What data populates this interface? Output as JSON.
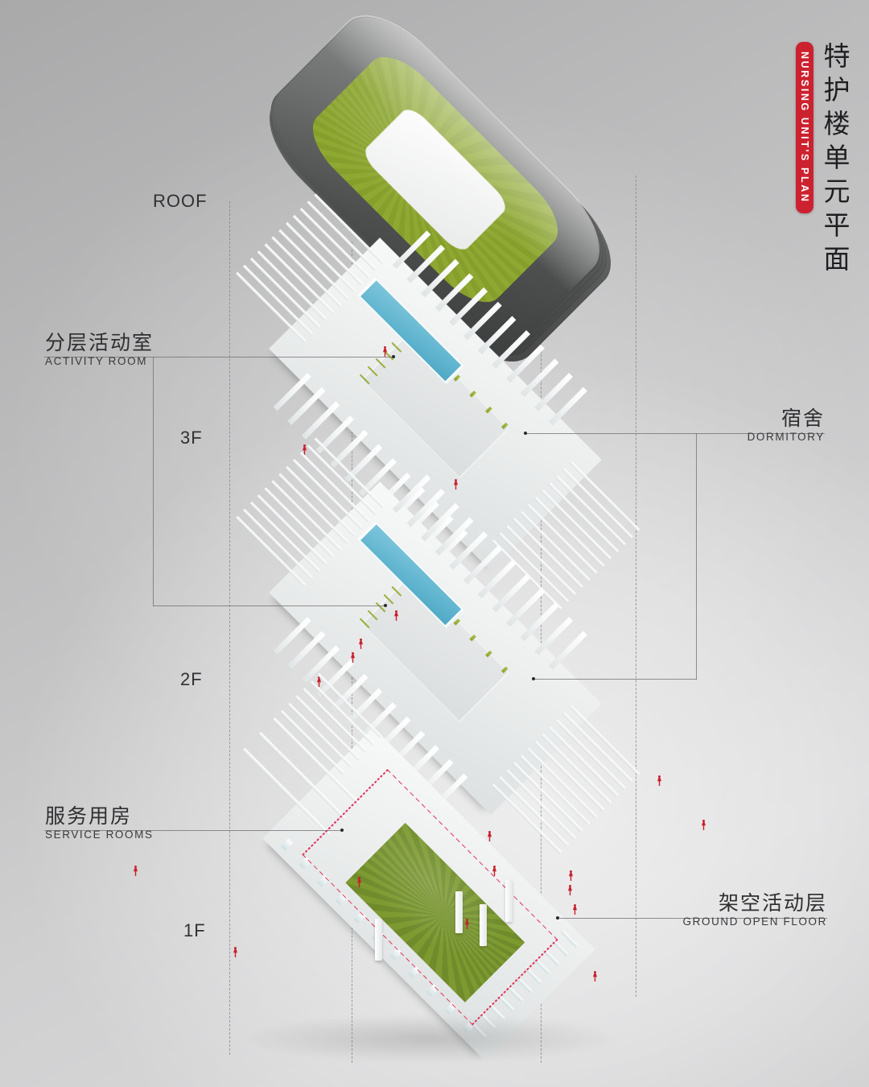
{
  "title": {
    "cn": "特护楼单元平面",
    "badge_en": "NURSING UNIT'S PLAN",
    "badge_color": "#cc2230"
  },
  "floors": [
    {
      "id": "roof",
      "tag": "ROOF"
    },
    {
      "id": "f3",
      "tag": "3F"
    },
    {
      "id": "f2",
      "tag": "2F"
    },
    {
      "id": "f1",
      "tag": "1F"
    }
  ],
  "annotations": [
    {
      "id": "activity-room",
      "cn": "分层活动室",
      "en": "ACTIVITY ROOM",
      "side": "left",
      "targets": [
        "3F pool volume",
        "2F pool volume"
      ]
    },
    {
      "id": "dormitory",
      "cn": "宿舍",
      "en": "DORMITORY",
      "side": "right",
      "targets": [
        "3F perimeter rooms",
        "2F perimeter rooms"
      ]
    },
    {
      "id": "service-rooms",
      "cn": "服务用房",
      "en": "SERVICE ROOMS",
      "side": "left",
      "targets": [
        "1F enclosed wing"
      ]
    },
    {
      "id": "ground-open-floor",
      "cn": "架空活动层",
      "en": "GROUND OPEN FLOOR",
      "side": "right",
      "targets": [
        "1F open lawn court"
      ]
    }
  ],
  "palette": {
    "background_light": "#d6d6d7",
    "background_dark": "#a9a9aa",
    "roof_dark": "#4d4e4e",
    "grass_green": "#8ca531",
    "lawn_green": "#74902c",
    "pool_blue": "#63b6d0",
    "figure_red": "#c8202b",
    "dash_boundary": "#e0325a",
    "slab_white": "#f2f4f4"
  },
  "diagram": {
    "type": "exploded-axonometric",
    "level_count": 4,
    "courtyard": "central open void through all levels",
    "guide_lines": "vertical dashed alignment lines through all levels"
  }
}
